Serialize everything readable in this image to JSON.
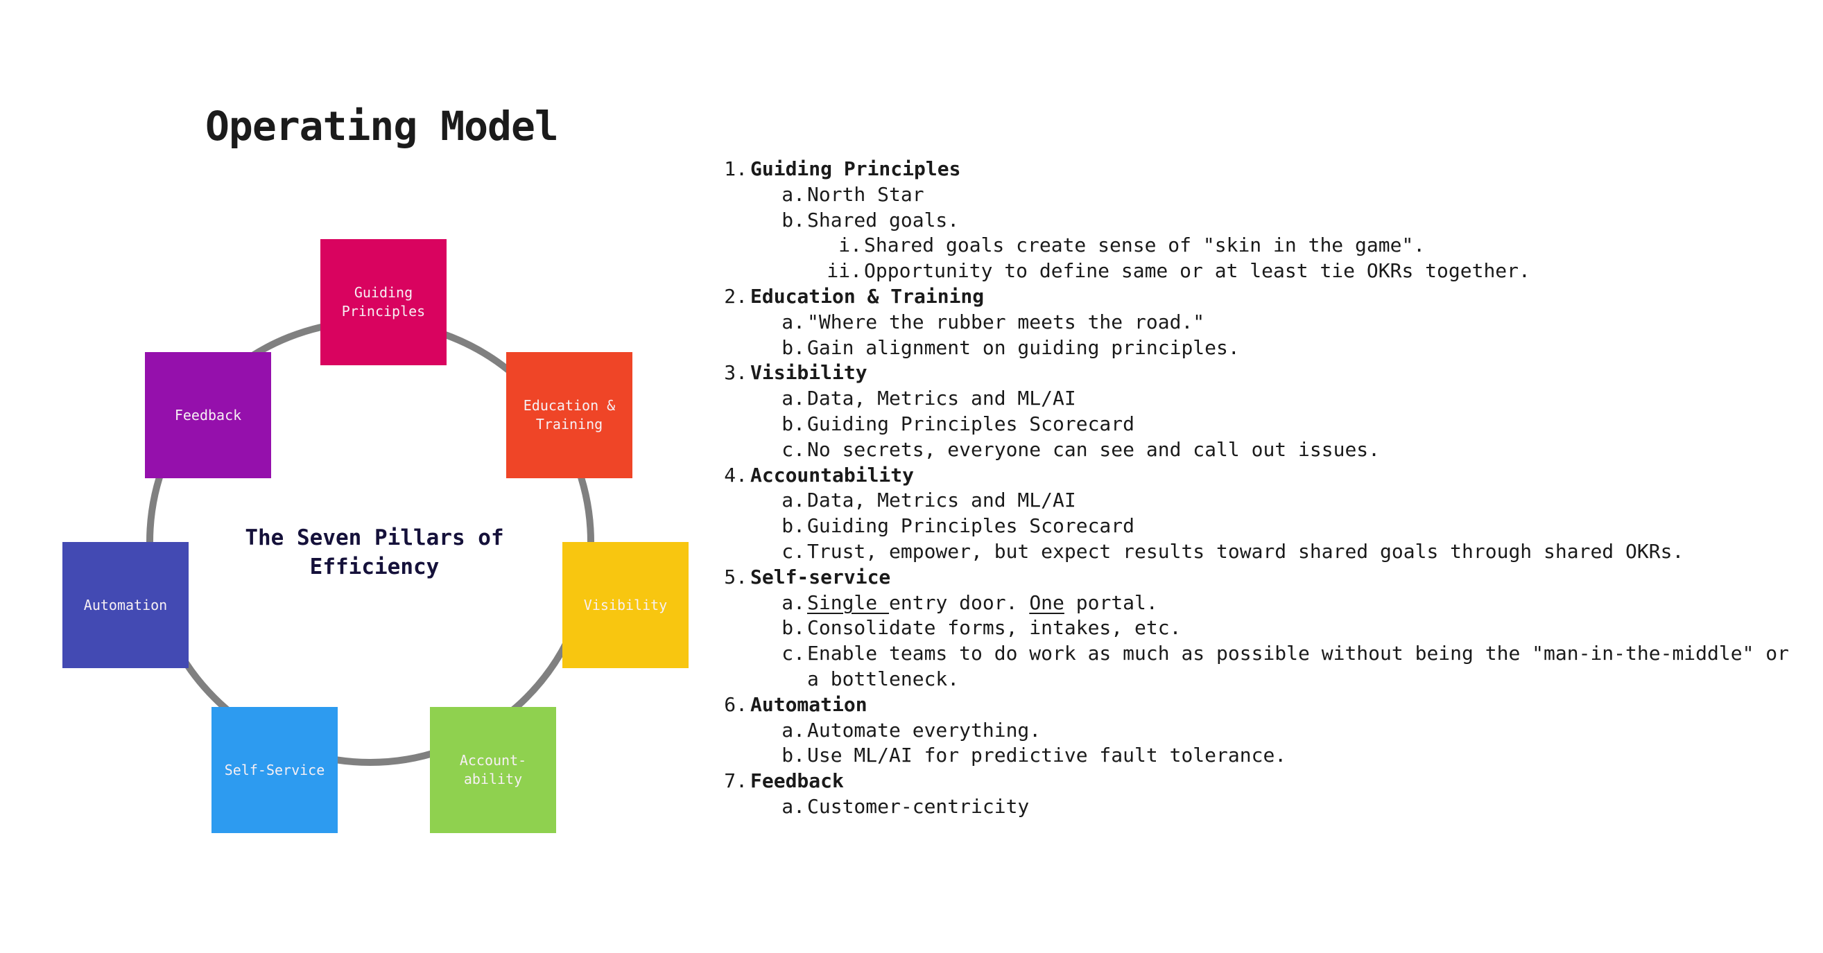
{
  "title": "Operating Model",
  "diagram": {
    "center_label": "The Seven Pillars of\nEfficiency",
    "pillars": [
      {
        "label": "Guiding\nPrinciples",
        "color": "#D9035F"
      },
      {
        "label": "Education &\nTraining",
        "color": "#EF4527"
      },
      {
        "label": "Visibility",
        "color": "#F8C610"
      },
      {
        "label": "Account-\nability",
        "color": "#8FD14F"
      },
      {
        "label": "Self-Service",
        "color": "#2D9BF0"
      },
      {
        "label": "Automation",
        "color": "#434AB3"
      },
      {
        "label": "Feedback",
        "color": "#9510AC"
      }
    ],
    "ring_color": "#808080"
  },
  "outline": [
    {
      "marker": "1.",
      "text": "Guiding Principles",
      "items": [
        {
          "marker": "a.",
          "text": "North Star"
        },
        {
          "marker": "b.",
          "text": "Shared goals.",
          "items": [
            {
              "marker": "i.",
              "text": "Shared goals create sense of \"skin in the game\"."
            },
            {
              "marker": "ii.",
              "text": "Opportunity to define same or at least tie OKRs together."
            }
          ]
        }
      ]
    },
    {
      "marker": "2.",
      "text": "Education & Training",
      "items": [
        {
          "marker": "a.",
          "text": "\"Where the rubber meets the road.\""
        },
        {
          "marker": "b.",
          "text": "Gain alignment on guiding principles."
        }
      ]
    },
    {
      "marker": "3.",
      "text": "Visibility",
      "items": [
        {
          "marker": "a.",
          "text": "Data, Metrics and ML/AI"
        },
        {
          "marker": "b.",
          "text": "Guiding Principles Scorecard"
        },
        {
          "marker": "c.",
          "text": "No secrets, everyone can see and call out issues."
        }
      ]
    },
    {
      "marker": "4.",
      "text": "Accountability",
      "items": [
        {
          "marker": "a.",
          "text": "Data, Metrics and ML/AI"
        },
        {
          "marker": "b.",
          "text": "Guiding Principles Scorecard"
        },
        {
          "marker": "c.",
          "text": "Trust, empower, but expect results toward shared goals through shared OKRs."
        }
      ]
    },
    {
      "marker": "5.",
      "text": "Self-service",
      "items": [
        {
          "marker": "a.",
          "parts": [
            "Single ",
            "entry door. ",
            "One",
            " portal."
          ]
        },
        {
          "marker": "b.",
          "text": "Consolidate forms, intakes, etc."
        },
        {
          "marker": "c.",
          "text": "Enable teams to do work as much as possible without being the \"man-in-the-middle\" or",
          "continuation": "a bottleneck."
        }
      ]
    },
    {
      "marker": "6.",
      "text": "Automation",
      "items": [
        {
          "marker": "a.",
          "text": "Automate everything."
        },
        {
          "marker": "b.",
          "text": "Use ML/AI for predictive fault tolerance."
        }
      ]
    },
    {
      "marker": "7.",
      "text": "Feedback",
      "items": [
        {
          "marker": "a.",
          "text": "Customer-centricity"
        }
      ]
    }
  ]
}
